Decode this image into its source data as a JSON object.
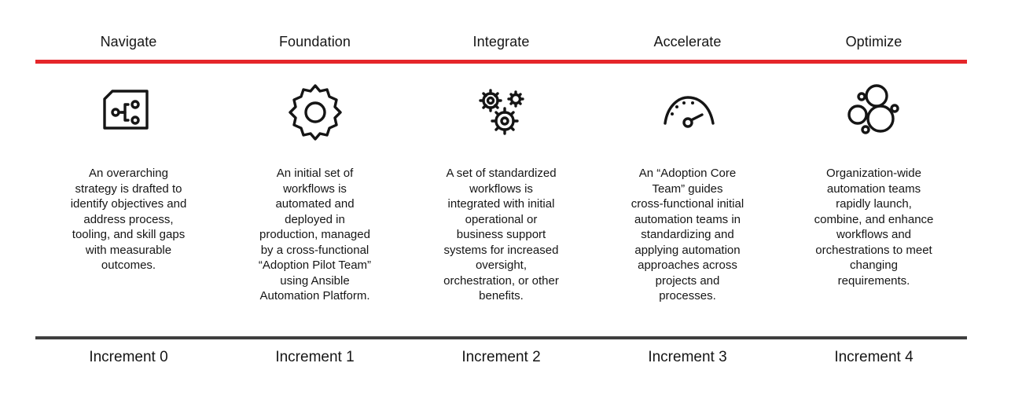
{
  "colors": {
    "accent_red": "#e5262a",
    "divider_dark": "#3f3f3f",
    "text": "#151515"
  },
  "phases": [
    {
      "title": "Navigate",
      "icon": "circuit-board-icon",
      "description": "An overarching\nstrategy is drafted to\nidentify objectives and\naddress process,\ntooling, and skill gaps\nwith measurable\noutcomes.",
      "increment": "Increment 0"
    },
    {
      "title": "Foundation",
      "icon": "single-gear-icon",
      "description": "An initial set of\nworkflows is\nautomated and\ndeployed in\nproduction, managed\nby a cross-functional\n“Adoption Pilot Team”\nusing Ansible\nAutomation Platform.",
      "increment": "Increment 1"
    },
    {
      "title": "Integrate",
      "icon": "three-gears-icon",
      "description": "A set of standardized\nworkflows is\nintegrated with initial\noperational or\nbusiness support\nsystems for increased\noversight,\norchestration, or other\nbenefits.",
      "increment": "Increment 2"
    },
    {
      "title": "Accelerate",
      "icon": "speedometer-icon",
      "description": "An “Adoption Core\nTeam” guides\ncross-functional initial\nautomation teams in\nstandardizing and\napplying automation\napproaches across\nprojects and\nprocesses.",
      "increment": "Increment 3"
    },
    {
      "title": "Optimize",
      "icon": "bubbles-icon",
      "description": "Organization-wide\nautomation teams\nrapidly launch,\ncombine, and enhance\nworkflows and\norchestrations to meet\nchanging\nrequirements.",
      "increment": "Increment 4"
    }
  ]
}
